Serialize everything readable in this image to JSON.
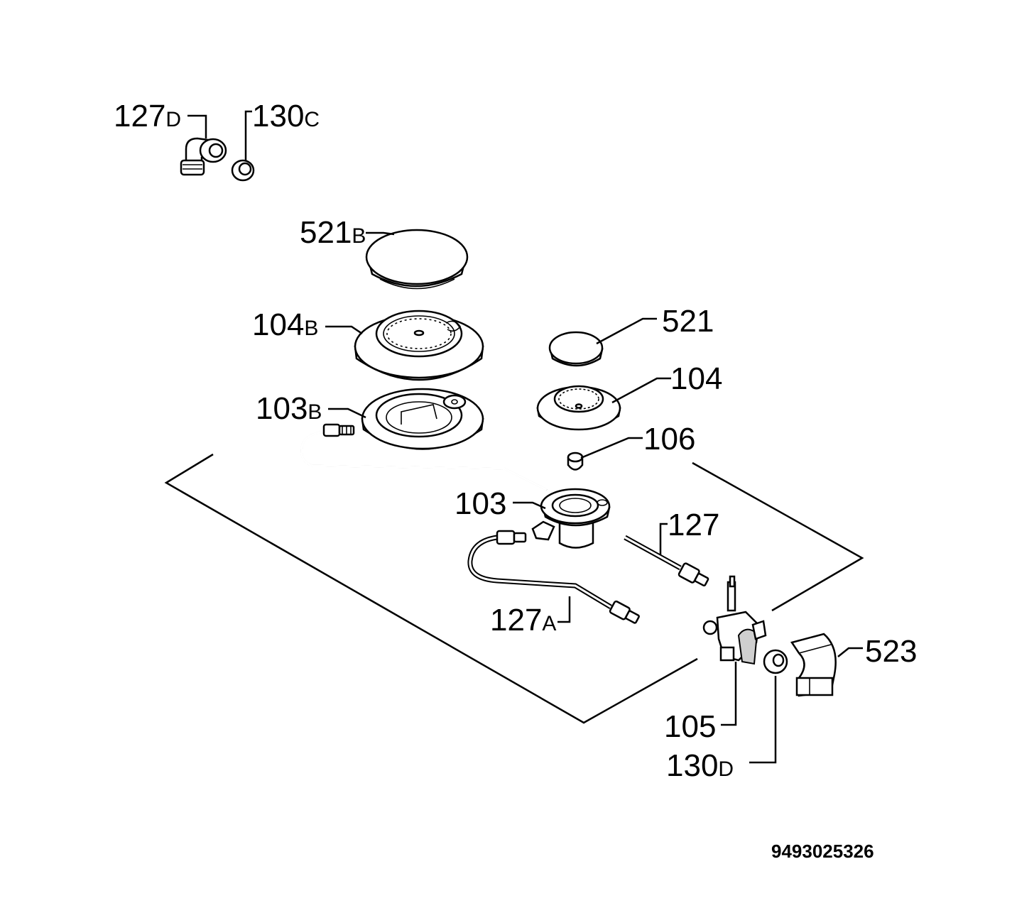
{
  "diagram": {
    "document_code": "9493025326",
    "labels": [
      {
        "id": "127D",
        "num": "127",
        "suffix": "D"
      },
      {
        "id": "130C",
        "num": "130",
        "suffix": "C"
      },
      {
        "id": "521B",
        "num": "521",
        "suffix": "B"
      },
      {
        "id": "104B",
        "num": "104",
        "suffix": "B"
      },
      {
        "id": "521",
        "num": "521",
        "suffix": ""
      },
      {
        "id": "104",
        "num": "104",
        "suffix": ""
      },
      {
        "id": "103B",
        "num": "103",
        "suffix": "B"
      },
      {
        "id": "106",
        "num": "106",
        "suffix": ""
      },
      {
        "id": "103",
        "num": "103",
        "suffix": ""
      },
      {
        "id": "127",
        "num": "127",
        "suffix": ""
      },
      {
        "id": "127A",
        "num": "127",
        "suffix": "A"
      },
      {
        "id": "523",
        "num": "523",
        "suffix": ""
      },
      {
        "id": "105",
        "num": "105",
        "suffix": ""
      },
      {
        "id": "130D",
        "num": "130",
        "suffix": "D"
      }
    ]
  }
}
